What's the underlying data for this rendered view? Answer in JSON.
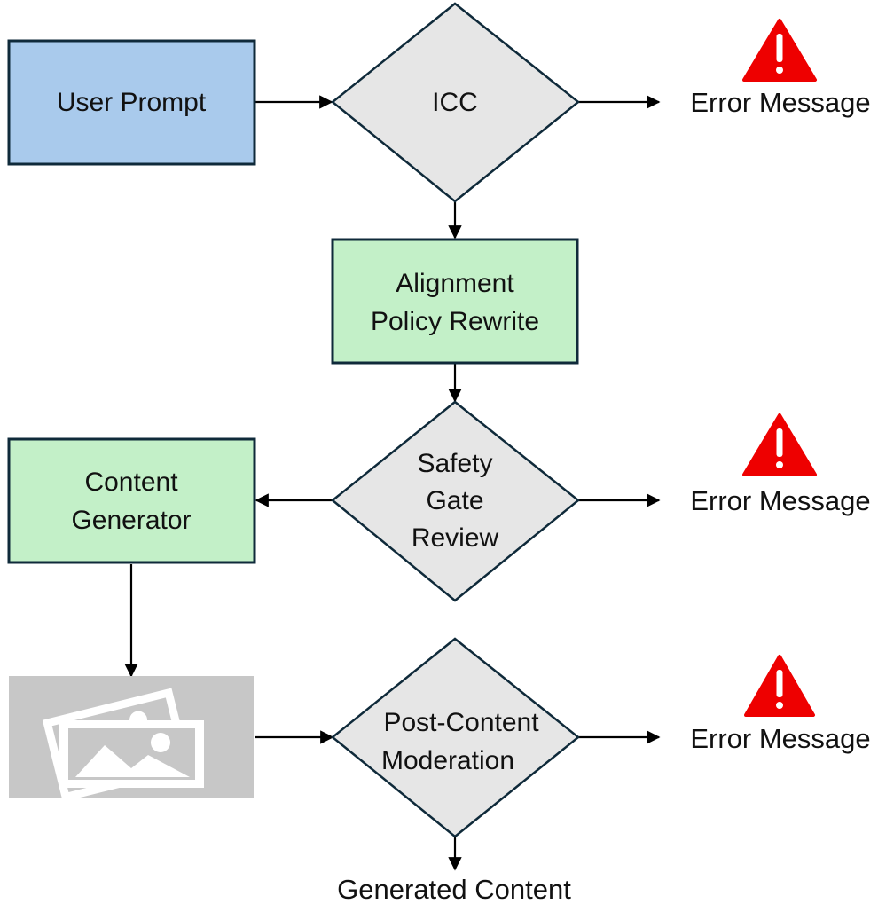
{
  "diagram": {
    "colors": {
      "user_prompt_fill": "#a9caec",
      "process_fill": "#c3f0c8",
      "decision_fill": "#e6e6e6",
      "image_placeholder_fill": "#c7c7c7",
      "warning_red": "#ee0000",
      "border": "#0f2a3a"
    },
    "nodes": {
      "user_prompt": "User Prompt",
      "icc": "ICC",
      "alignment_rewrite": [
        "Alignment",
        "Policy Rewrite"
      ],
      "safety_gate": [
        "Safety",
        "Gate",
        "Review"
      ],
      "content_generator": [
        "Content",
        "Generator"
      ],
      "post_moderation": [
        "Post-Content",
        "Moderation"
      ],
      "generated_image": "image-icon"
    },
    "outputs": {
      "error_1": "Error Message",
      "error_2": "Error Message",
      "error_3": "Error Message",
      "generated_content": "Generated Content"
    },
    "icons": {
      "warning": "warning-triangle-icon",
      "image": "image-icon"
    }
  }
}
